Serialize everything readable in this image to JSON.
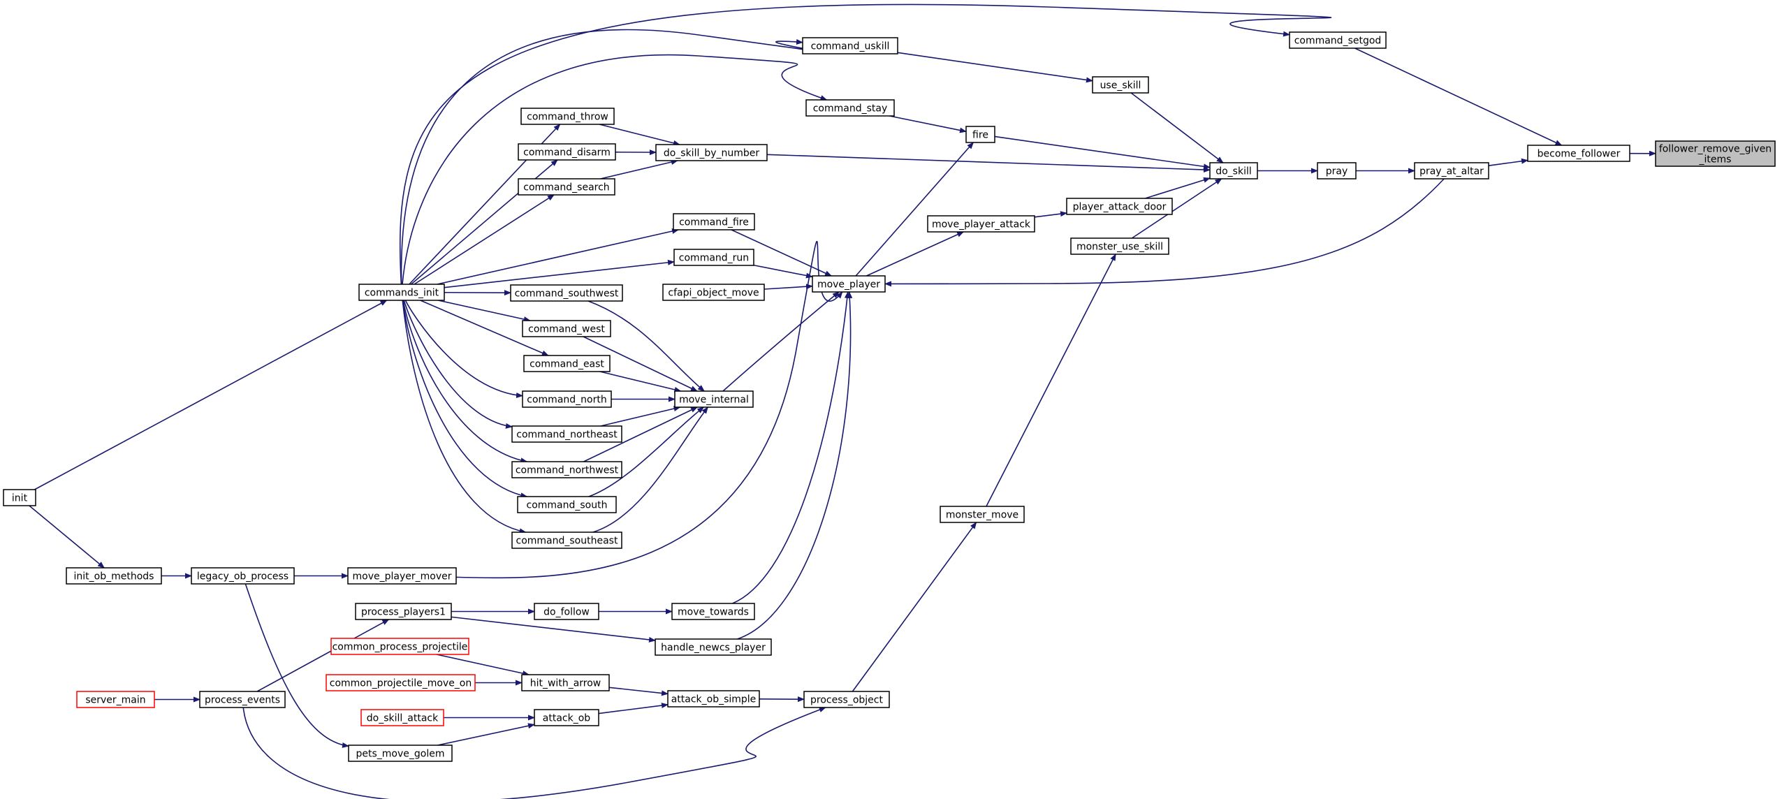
{
  "colors": {
    "edge": "#191970",
    "node_border": "#000000",
    "external_border": "#ff0000",
    "focus_fill": "#bfbfbf",
    "node_fill": "#ffffff",
    "text": "#000000"
  },
  "nodes": {
    "follower_remove_given_items": {
      "lines": [
        "follower_remove_given",
        "_items"
      ],
      "kind": "focus"
    },
    "become_follower": {
      "lines": [
        "become_follower"
      ]
    },
    "command_setgod": {
      "lines": [
        "command_setgod"
      ]
    },
    "pray_at_altar": {
      "lines": [
        "pray_at_altar"
      ]
    },
    "pray": {
      "lines": [
        "pray"
      ]
    },
    "do_skill": {
      "lines": [
        "do_skill"
      ]
    },
    "use_skill": {
      "lines": [
        "use_skill"
      ]
    },
    "command_uskill": {
      "lines": [
        "command_uskill"
      ]
    },
    "fire": {
      "lines": [
        "fire"
      ]
    },
    "command_stay": {
      "lines": [
        "command_stay"
      ]
    },
    "do_skill_by_number": {
      "lines": [
        "do_skill_by_number"
      ]
    },
    "command_throw": {
      "lines": [
        "command_throw"
      ]
    },
    "command_disarm": {
      "lines": [
        "command_disarm"
      ]
    },
    "command_search": {
      "lines": [
        "command_search"
      ]
    },
    "player_attack_door": {
      "lines": [
        "player_attack_door"
      ]
    },
    "move_player_attack": {
      "lines": [
        "move_player_attack"
      ]
    },
    "monster_use_skill": {
      "lines": [
        "monster_use_skill"
      ]
    },
    "move_player": {
      "lines": [
        "move_player"
      ]
    },
    "command_fire": {
      "lines": [
        "command_fire"
      ]
    },
    "command_run": {
      "lines": [
        "command_run"
      ]
    },
    "cfapi_object_move": {
      "lines": [
        "cfapi_object_move"
      ]
    },
    "commands_init": {
      "lines": [
        "commands_init"
      ]
    },
    "command_southwest": {
      "lines": [
        "command_southwest"
      ]
    },
    "command_west": {
      "lines": [
        "command_west"
      ]
    },
    "command_east": {
      "lines": [
        "command_east"
      ]
    },
    "command_north": {
      "lines": [
        "command_north"
      ]
    },
    "command_northeast": {
      "lines": [
        "command_northeast"
      ]
    },
    "command_northwest": {
      "lines": [
        "command_northwest"
      ]
    },
    "command_south": {
      "lines": [
        "command_south"
      ]
    },
    "command_southeast": {
      "lines": [
        "command_southeast"
      ]
    },
    "move_internal": {
      "lines": [
        "move_internal"
      ]
    },
    "init": {
      "lines": [
        "init"
      ]
    },
    "init_ob_methods": {
      "lines": [
        "init_ob_methods"
      ]
    },
    "legacy_ob_process": {
      "lines": [
        "legacy_ob_process"
      ]
    },
    "move_player_mover": {
      "lines": [
        "move_player_mover"
      ]
    },
    "monster_move": {
      "lines": [
        "monster_move"
      ]
    },
    "process_players1": {
      "lines": [
        "process_players1"
      ]
    },
    "do_follow": {
      "lines": [
        "do_follow"
      ]
    },
    "move_towards": {
      "lines": [
        "move_towards"
      ]
    },
    "handle_newcs_player": {
      "lines": [
        "handle_newcs_player"
      ]
    },
    "common_process_projectile": {
      "lines": [
        "common_process_projectile"
      ],
      "kind": "external"
    },
    "common_projectile_move_on": {
      "lines": [
        "common_projectile_move_on"
      ],
      "kind": "external"
    },
    "hit_with_arrow": {
      "lines": [
        "hit_with_arrow"
      ]
    },
    "attack_ob_simple": {
      "lines": [
        "attack_ob_simple"
      ]
    },
    "process_object": {
      "lines": [
        "process_object"
      ]
    },
    "server_main": {
      "lines": [
        "server_main"
      ],
      "kind": "external"
    },
    "process_events": {
      "lines": [
        "process_events"
      ]
    },
    "do_skill_attack": {
      "lines": [
        "do_skill_attack"
      ],
      "kind": "external"
    },
    "attack_ob": {
      "lines": [
        "attack_ob"
      ]
    },
    "pets_move_golem": {
      "lines": [
        "pets_move_golem"
      ]
    }
  },
  "edges": [
    {
      "from": "become_follower",
      "to": "follower_remove_given_items"
    },
    {
      "from": "pray_at_altar",
      "to": "become_follower"
    },
    {
      "from": "command_setgod",
      "to": "become_follower"
    },
    {
      "from": "pray",
      "to": "pray_at_altar"
    },
    {
      "from": "do_skill",
      "to": "pray"
    },
    {
      "from": "use_skill",
      "to": "do_skill"
    },
    {
      "from": "fire",
      "to": "do_skill"
    },
    {
      "from": "do_skill_by_number",
      "to": "do_skill"
    },
    {
      "from": "player_attack_door",
      "to": "do_skill"
    },
    {
      "from": "monster_use_skill",
      "to": "do_skill"
    },
    {
      "from": "command_uskill",
      "to": "use_skill"
    },
    {
      "from": "command_stay",
      "to": "fire"
    },
    {
      "from": "move_player",
      "to": "fire"
    },
    {
      "from": "command_throw",
      "to": "do_skill_by_number"
    },
    {
      "from": "command_disarm",
      "to": "do_skill_by_number"
    },
    {
      "from": "command_search",
      "to": "do_skill_by_number"
    },
    {
      "from": "move_player_attack",
      "to": "player_attack_door"
    },
    {
      "from": "move_player",
      "to": "move_player_attack"
    },
    {
      "from": "monster_move",
      "to": "monster_use_skill"
    },
    {
      "from": "pray_at_altar",
      "to": "move_player"
    },
    {
      "from": "command_fire",
      "to": "move_player"
    },
    {
      "from": "command_run",
      "to": "move_player"
    },
    {
      "from": "cfapi_object_move",
      "to": "move_player"
    },
    {
      "from": "move_internal",
      "to": "move_player"
    },
    {
      "from": "move_player_mover",
      "to": "move_player"
    },
    {
      "from": "move_towards",
      "to": "move_player"
    },
    {
      "from": "handle_newcs_player",
      "to": "move_player"
    },
    {
      "from": "commands_init",
      "to": "command_setgod"
    },
    {
      "from": "commands_init",
      "to": "command_uskill"
    },
    {
      "from": "commands_init",
      "to": "command_stay"
    },
    {
      "from": "commands_init",
      "to": "command_throw"
    },
    {
      "from": "commands_init",
      "to": "command_disarm"
    },
    {
      "from": "commands_init",
      "to": "command_search"
    },
    {
      "from": "commands_init",
      "to": "command_fire"
    },
    {
      "from": "commands_init",
      "to": "command_run"
    },
    {
      "from": "commands_init",
      "to": "command_southwest"
    },
    {
      "from": "commands_init",
      "to": "command_west"
    },
    {
      "from": "commands_init",
      "to": "command_east"
    },
    {
      "from": "commands_init",
      "to": "command_north"
    },
    {
      "from": "commands_init",
      "to": "command_northeast"
    },
    {
      "from": "commands_init",
      "to": "command_northwest"
    },
    {
      "from": "commands_init",
      "to": "command_south"
    },
    {
      "from": "commands_init",
      "to": "command_southeast"
    },
    {
      "from": "command_southwest",
      "to": "move_internal"
    },
    {
      "from": "command_west",
      "to": "move_internal"
    },
    {
      "from": "command_east",
      "to": "move_internal"
    },
    {
      "from": "command_north",
      "to": "move_internal"
    },
    {
      "from": "command_northeast",
      "to": "move_internal"
    },
    {
      "from": "command_northwest",
      "to": "move_internal"
    },
    {
      "from": "command_south",
      "to": "move_internal"
    },
    {
      "from": "command_southeast",
      "to": "move_internal"
    },
    {
      "from": "init",
      "to": "commands_init"
    },
    {
      "from": "init",
      "to": "init_ob_methods"
    },
    {
      "from": "init_ob_methods",
      "to": "legacy_ob_process"
    },
    {
      "from": "legacy_ob_process",
      "to": "move_player_mover"
    },
    {
      "from": "legacy_ob_process",
      "to": "pets_move_golem"
    },
    {
      "from": "process_object",
      "to": "monster_move"
    },
    {
      "from": "process_players1",
      "to": "do_follow"
    },
    {
      "from": "process_players1",
      "to": "handle_newcs_player"
    },
    {
      "from": "do_follow",
      "to": "move_towards"
    },
    {
      "from": "common_process_projectile",
      "to": "hit_with_arrow"
    },
    {
      "from": "common_projectile_move_on",
      "to": "hit_with_arrow"
    },
    {
      "from": "hit_with_arrow",
      "to": "attack_ob_simple"
    },
    {
      "from": "attack_ob",
      "to": "attack_ob_simple"
    },
    {
      "from": "attack_ob_simple",
      "to": "process_object"
    },
    {
      "from": "process_events",
      "to": "process_object"
    },
    {
      "from": "process_events",
      "to": "process_players1"
    },
    {
      "from": "server_main",
      "to": "process_events"
    },
    {
      "from": "do_skill_attack",
      "to": "attack_ob"
    },
    {
      "from": "pets_move_golem",
      "to": "attack_ob"
    }
  ]
}
